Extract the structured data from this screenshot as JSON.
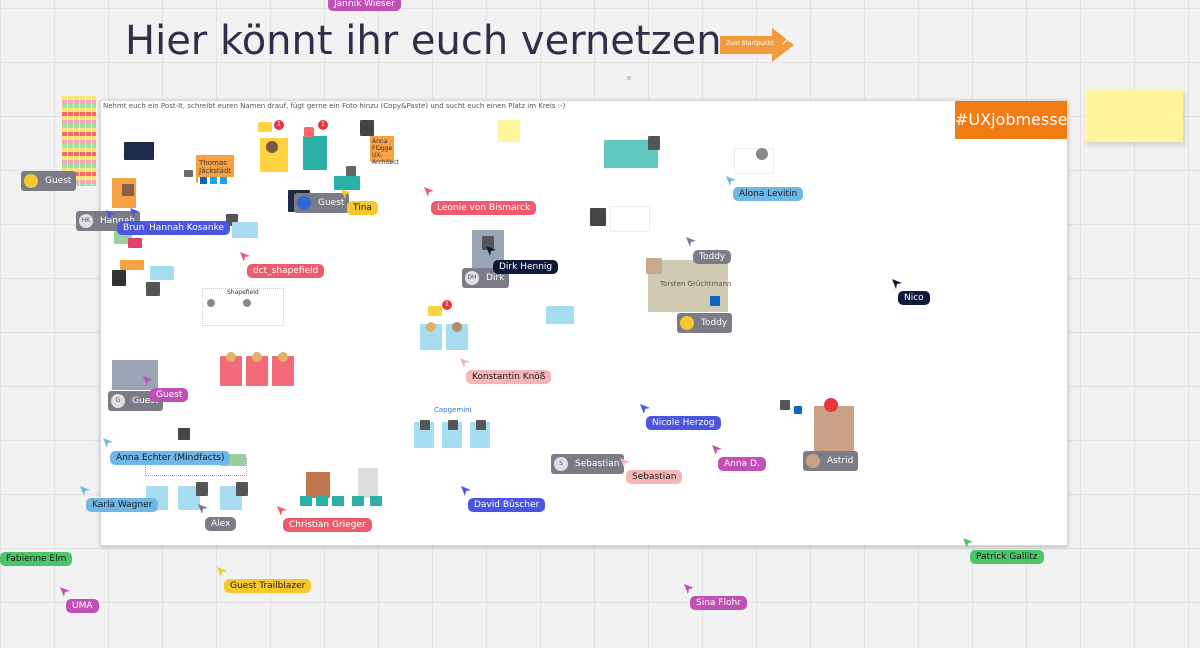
{
  "page": {
    "title": "Hier könnt ihr euch vernetzen",
    "board_instructions": "Nehmt euch ein Post-It, schreibt euren Namen drauf, fügt gerne ein Foto hinzu (Copy&Paste) und sucht euch einen Platz im Kreis :-)",
    "hashtag": "#UXjobmesse",
    "start_button_label": "Zum Startpunkt"
  },
  "colors": {
    "background": "#f2f2f2",
    "board": "#ffffff",
    "hashtag_bg": "#f07c13",
    "arrow_button": "#f39a3c",
    "sticky": "#fff59b"
  },
  "cursors": [
    {
      "name": "Jannik Wieser",
      "color": "#c14fb6"
    },
    {
      "name": "Hannah Kosanke",
      "color": "#4a55e0"
    },
    {
      "name": "Brun",
      "color": "#4a55e0"
    },
    {
      "name": "Leonie von Bismarck",
      "color": "#ee5b6c"
    },
    {
      "name": "Alona Levitin",
      "color": "#6fb8e6"
    },
    {
      "name": "Toddy",
      "color": "#7c7c88"
    },
    {
      "name": "Dirk Hennig",
      "color": "#0e1a3a"
    },
    {
      "name": "dct_shapefield",
      "color": "#ee5b6c"
    },
    {
      "name": "Nico",
      "color": "#0e1a3a"
    },
    {
      "name": "Konstantin Knöß",
      "color": "#f6b6b8"
    },
    {
      "name": "Guest",
      "color": "#c14fb6"
    },
    {
      "name": "Anna Echter (Mindfacts)",
      "color": "#6fb8e6"
    },
    {
      "name": "Nicole Herzog",
      "color": "#4a55e0"
    },
    {
      "name": "Anna D.",
      "color": "#c14fb6"
    },
    {
      "name": "Sebastian",
      "color": "#f6b6b8"
    },
    {
      "name": "Karla Wagner",
      "color": "#6fb8e6"
    },
    {
      "name": "Alex",
      "color": "#7c7c88"
    },
    {
      "name": "David Büscher",
      "color": "#4a55e0"
    },
    {
      "name": "Christian Grieger",
      "color": "#ee5b6c"
    },
    {
      "name": "Fabienne Elm",
      "color": "#4cc56a"
    },
    {
      "name": "Guest Trailblazer",
      "color": "#f5c82b"
    },
    {
      "name": "Patrick Gallitz",
      "color": "#4cc56a"
    },
    {
      "name": "UMA",
      "color": "#c14fb6"
    },
    {
      "name": "Sina Flohr",
      "color": "#c14fb6"
    },
    {
      "name": "Tina",
      "color": "#f5c82b"
    }
  ],
  "avatars": [
    {
      "label": "Guest",
      "initials": ""
    },
    {
      "label": "Hannah",
      "initials": "HK"
    },
    {
      "label": "Guest",
      "initials": ""
    },
    {
      "label": "Dirk",
      "initials": "DH"
    },
    {
      "label": "Toddy",
      "initials": ""
    },
    {
      "label": "Guest",
      "initials": "G"
    },
    {
      "label": "Sebastian",
      "initials": "S"
    },
    {
      "label": "Astrid",
      "initials": ""
    }
  ],
  "cards": {
    "thomas": "Thomas Jäckstädt",
    "anna": "Anna Flügge UX-Architect",
    "torsten": "Torsten Grüchtmann",
    "shapefield": "Shapefield",
    "capgemini": "Capgemini",
    "notification_count": "1"
  }
}
